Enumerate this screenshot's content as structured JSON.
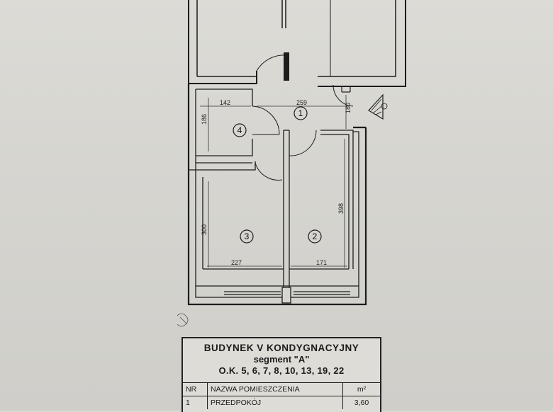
{
  "plan": {
    "rooms": [
      {
        "number": "1"
      },
      {
        "number": "2"
      },
      {
        "number": "3"
      },
      {
        "number": "4"
      }
    ],
    "dimensions": {
      "d142": "142",
      "d259": "259",
      "d180": "180",
      "d186": "186",
      "d398": "398",
      "d300": "300",
      "d227": "227",
      "d171": "171"
    }
  },
  "table": {
    "title": "BUDYNEK  V  KONDYGNACYJNY",
    "segment": "segment \"A\"",
    "ok": "O.K. 5, 6, 7, 8, 10, 13, 19, 22",
    "headers": {
      "nr": "NR",
      "name": "NAZWA POMIESZCZENIA",
      "area": "m²"
    },
    "rows": [
      {
        "nr": "1",
        "name": "PRZEDPOKÓJ",
        "area": "3,60"
      }
    ]
  }
}
